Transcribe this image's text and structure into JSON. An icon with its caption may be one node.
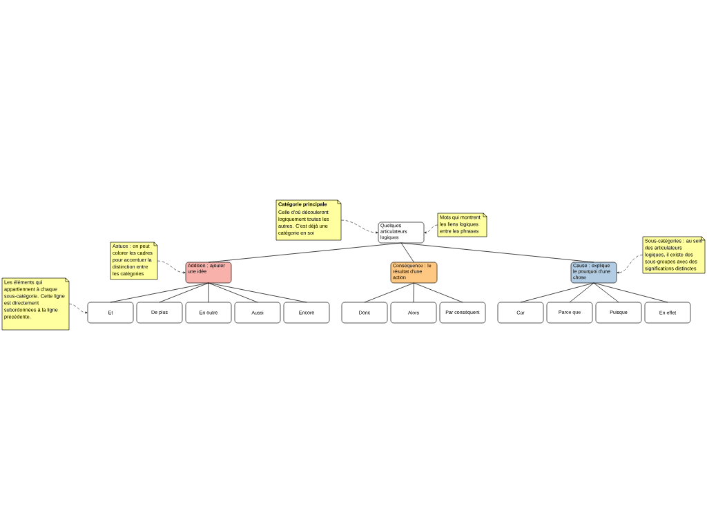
{
  "diagram": {
    "nodes": [
      {
        "text": [
          "Catégorie principale",
          "Celle d'où découleront logiquement toutes les autres. C'est déjà une catégorie en soi"
        ]
      },
      {
        "text": [
          "Quelques articulateurs logiques"
        ]
      },
      {
        "text": [
          "Mots qui montrent les liens logiques entre les phrases"
        ]
      },
      {
        "text": [
          "Astuce : on peut colorer les cadres pour accentuer la distinction entre les catégories"
        ]
      },
      {
        "text": [
          "Addition : ajouter une idée"
        ]
      },
      {
        "text": [
          "Conséquence : le résultat d'une action"
        ]
      },
      {
        "text": [
          "Cause : explique le pourquoi d'une chose"
        ]
      },
      {
        "text": [
          "Sous-catégories : au sein des articulateurs logiques, il existe des sous-groupes avec des significations distinctes"
        ]
      },
      {
        "text": [
          "Les éléments qui appartiennent à chaque sous-catégorie. Cette ligne est directement subordonnées à la ligne précédente."
        ]
      },
      {
        "text": [
          "Et"
        ]
      },
      {
        "text": [
          "De plus"
        ]
      },
      {
        "text": [
          "En outre"
        ]
      },
      {
        "text": [
          "Aussi"
        ]
      },
      {
        "text": [
          "Encore"
        ]
      },
      {
        "text": [
          "Donc"
        ]
      },
      {
        "text": [
          "Alors"
        ]
      },
      {
        "text": [
          "Par conséquent"
        ]
      },
      {
        "text": [
          "Car"
        ]
      },
      {
        "text": [
          "Parce que"
        ]
      },
      {
        "text": [
          "Puisque"
        ]
      },
      {
        "text": [
          "En effet"
        ]
      }
    ],
    "edges": [
      {
        "from": 0,
        "to": 1,
        "arrow": "to",
        "style": "dashed"
      },
      {
        "from": 2,
        "to": 1,
        "arrow": "to",
        "style": "dashed"
      },
      {
        "from": 1,
        "to": 4,
        "arrow": "none"
      },
      {
        "from": 1,
        "to": 5,
        "arrow": "none"
      },
      {
        "from": 1,
        "to": 6,
        "arrow": "none"
      },
      {
        "from": 3,
        "to": 4,
        "arrow": "to",
        "style": "dashed"
      },
      {
        "from": 7,
        "to": 6,
        "arrow": "to",
        "style": "dashed"
      },
      {
        "from": 4,
        "to": 9,
        "arrow": "none"
      },
      {
        "from": 4,
        "to": 10,
        "arrow": "none"
      },
      {
        "from": 4,
        "to": 11,
        "arrow": "none"
      },
      {
        "from": 4,
        "to": 12,
        "arrow": "none"
      },
      {
        "from": 4,
        "to": 13,
        "arrow": "none"
      },
      {
        "from": 5,
        "to": 14,
        "arrow": "none"
      },
      {
        "from": 5,
        "to": 15,
        "arrow": "none"
      },
      {
        "from": 5,
        "to": 16,
        "arrow": "none"
      },
      {
        "from": 6,
        "to": 17,
        "arrow": "none"
      },
      {
        "from": 6,
        "to": 18,
        "arrow": "none"
      },
      {
        "from": 6,
        "to": 19,
        "arrow": "none"
      },
      {
        "from": 6,
        "to": 20,
        "arrow": "none"
      },
      {
        "from": 8,
        "to": 9,
        "arrow": "to",
        "style": "dashed"
      }
    ]
  }
}
